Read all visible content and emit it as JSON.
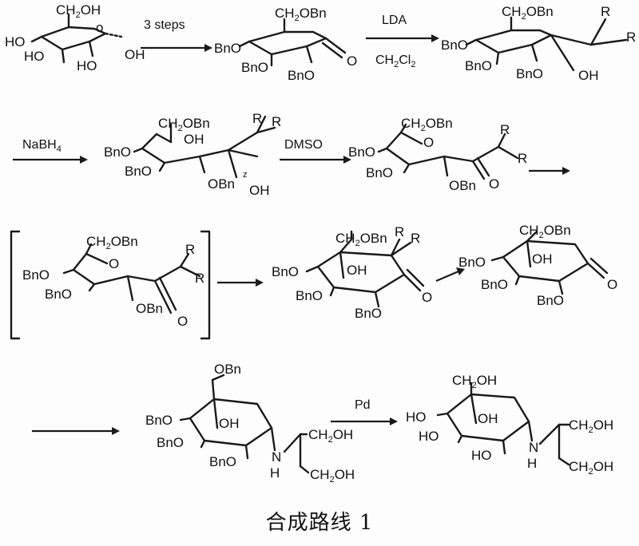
{
  "compounds": {
    "c1": {
      "oh6": "CH",
      "oh6_sub": "2",
      "oh6_end": "OH",
      "ho4": "HO",
      "ho3": "HO",
      "ho2": "HO",
      "oh1": "OH"
    },
    "c2": {
      "ch2obn": "CH",
      "ch2obn_sub": "2",
      "ch2obn_end": "OBn",
      "bno4": "BnO",
      "bno3": "BnO",
      "bno2": "BnO",
      "o": "O"
    },
    "c3": {
      "ch2obn": "CH",
      "ch2obn_sub": "2",
      "ch2obn_end": "OBn",
      "bno4": "BnO",
      "bno3": "BnO",
      "bno2": "BnO",
      "oh": "OH",
      "r1": "R",
      "r2": "R"
    },
    "c4": {
      "ch2obn": "CH",
      "ch2obn_sub": "2",
      "ch2obn_end": "OBn",
      "oh5": "OH",
      "bno4": "BnO",
      "bno3": "BnO",
      "obn2": "OBn",
      "z": "z",
      "oh1": "OH",
      "r1": "R",
      "r2": "R"
    },
    "c5": {
      "ch2obn": "CH",
      "ch2obn_sub": "2",
      "ch2obn_end": "OBn",
      "o5": "O",
      "bno4": "BnO",
      "bno3": "BnO",
      "obn2": "OBn",
      "o1": "O",
      "r1": "R",
      "r2": "R"
    },
    "c6": {
      "ch2obn": "CH",
      "ch2obn_sub": "2",
      "ch2obn_end": "OBn",
      "o5": "O",
      "bno4": "BnO",
      "bno3": "BnO",
      "obn2": "OBn",
      "o1": "O",
      "r1": "R",
      "r2": "R"
    },
    "c7": {
      "ch2obn": "CH",
      "ch2obn_sub": "2",
      "ch2obn_end": "OBn",
      "oh": "OH",
      "bno4": "BnO",
      "bno3": "BnO",
      "bno2": "BnO",
      "o": "O",
      "r1": "R",
      "r2": "R"
    },
    "c8": {
      "ch2obn": "CH",
      "ch2obn_sub": "2",
      "ch2obn_end": "OBn",
      "oh": "OH",
      "bno4": "BnO",
      "bno3": "BnO",
      "bno2": "BnO",
      "o": "O"
    },
    "c9": {
      "obn": "OBn",
      "bno4": "BnO",
      "bno3": "BnO",
      "bno2": "BnO",
      "oh": "OH",
      "nh": "N",
      "h": "H",
      "ch2oh_a": "CH",
      "ch2oh_a_sub": "2",
      "ch2oh_a_end": "OH",
      "ch2oh_b": "CH",
      "ch2oh_b_sub": "2",
      "ch2oh_b_end": "OH"
    },
    "c10": {
      "ch2oh": "CH",
      "ch2oh_sub": "2",
      "ch2oh_end": "OH",
      "ho4": "HO",
      "ho3": "HO",
      "ho2": "HO",
      "oh": "OH",
      "nh": "N",
      "h": "H",
      "ch2oh_a": "CH",
      "ch2oh_a_sub": "2",
      "ch2oh_a_end": "OH",
      "ch2oh_b": "CH",
      "ch2oh_b_sub": "2",
      "ch2oh_b_end": "OH"
    }
  },
  "reagents": {
    "step1": "3 steps",
    "step2_top": "LDA",
    "step2_bottom": "CH",
    "step2_bottom_sub": "2",
    "step2_bottom_end": "Cl",
    "step2_bottom_sub2": "2",
    "step3": "NaBH",
    "step3_sub": "4",
    "step4": "DMSO",
    "step8": "Pd"
  },
  "caption": "合成路线 1"
}
